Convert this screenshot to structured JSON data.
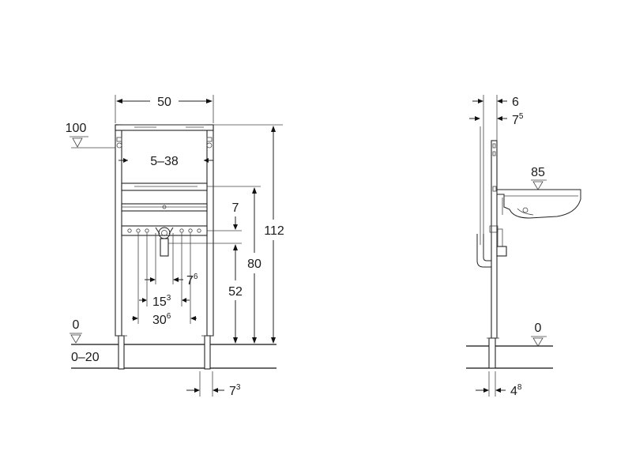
{
  "front_view": {
    "width": "50",
    "top_level": "100",
    "clamp_range": "5–38",
    "height": "112",
    "level_80": "80",
    "gap_7": "7",
    "level_52": "52",
    "spacing_76": {
      "base": "7",
      "sup": "6"
    },
    "spacing_153": {
      "base": "15",
      "sup": "3"
    },
    "spacing_306": {
      "base": "30",
      "sup": "6"
    },
    "floor_level": "0",
    "floor_range": "0–20",
    "foot_offset": {
      "base": "7",
      "sup": "3"
    }
  },
  "side_view": {
    "depth_6": "6",
    "depth_75": {
      "base": "7",
      "sup": "5"
    },
    "basin_height": "85",
    "floor_level": "0",
    "foot_48": {
      "base": "4",
      "sup": "8"
    }
  }
}
